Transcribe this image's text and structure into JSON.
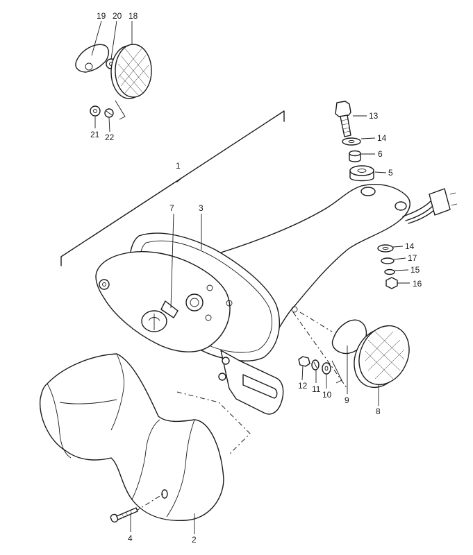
{
  "diagram": {
    "callouts": {
      "c1": "1",
      "c2": "2",
      "c3": "3",
      "c4": "4",
      "c5": "5",
      "c6": "6",
      "c7": "7",
      "c8": "8",
      "c9": "9",
      "c10": "10",
      "c11": "11",
      "c12": "12",
      "c13": "13",
      "c14a": "14",
      "c14b": "14",
      "c15": "15",
      "c16": "16",
      "c17": "17",
      "c18": "18",
      "c19": "19",
      "c20": "20",
      "c21": "21",
      "c22": "22"
    }
  }
}
